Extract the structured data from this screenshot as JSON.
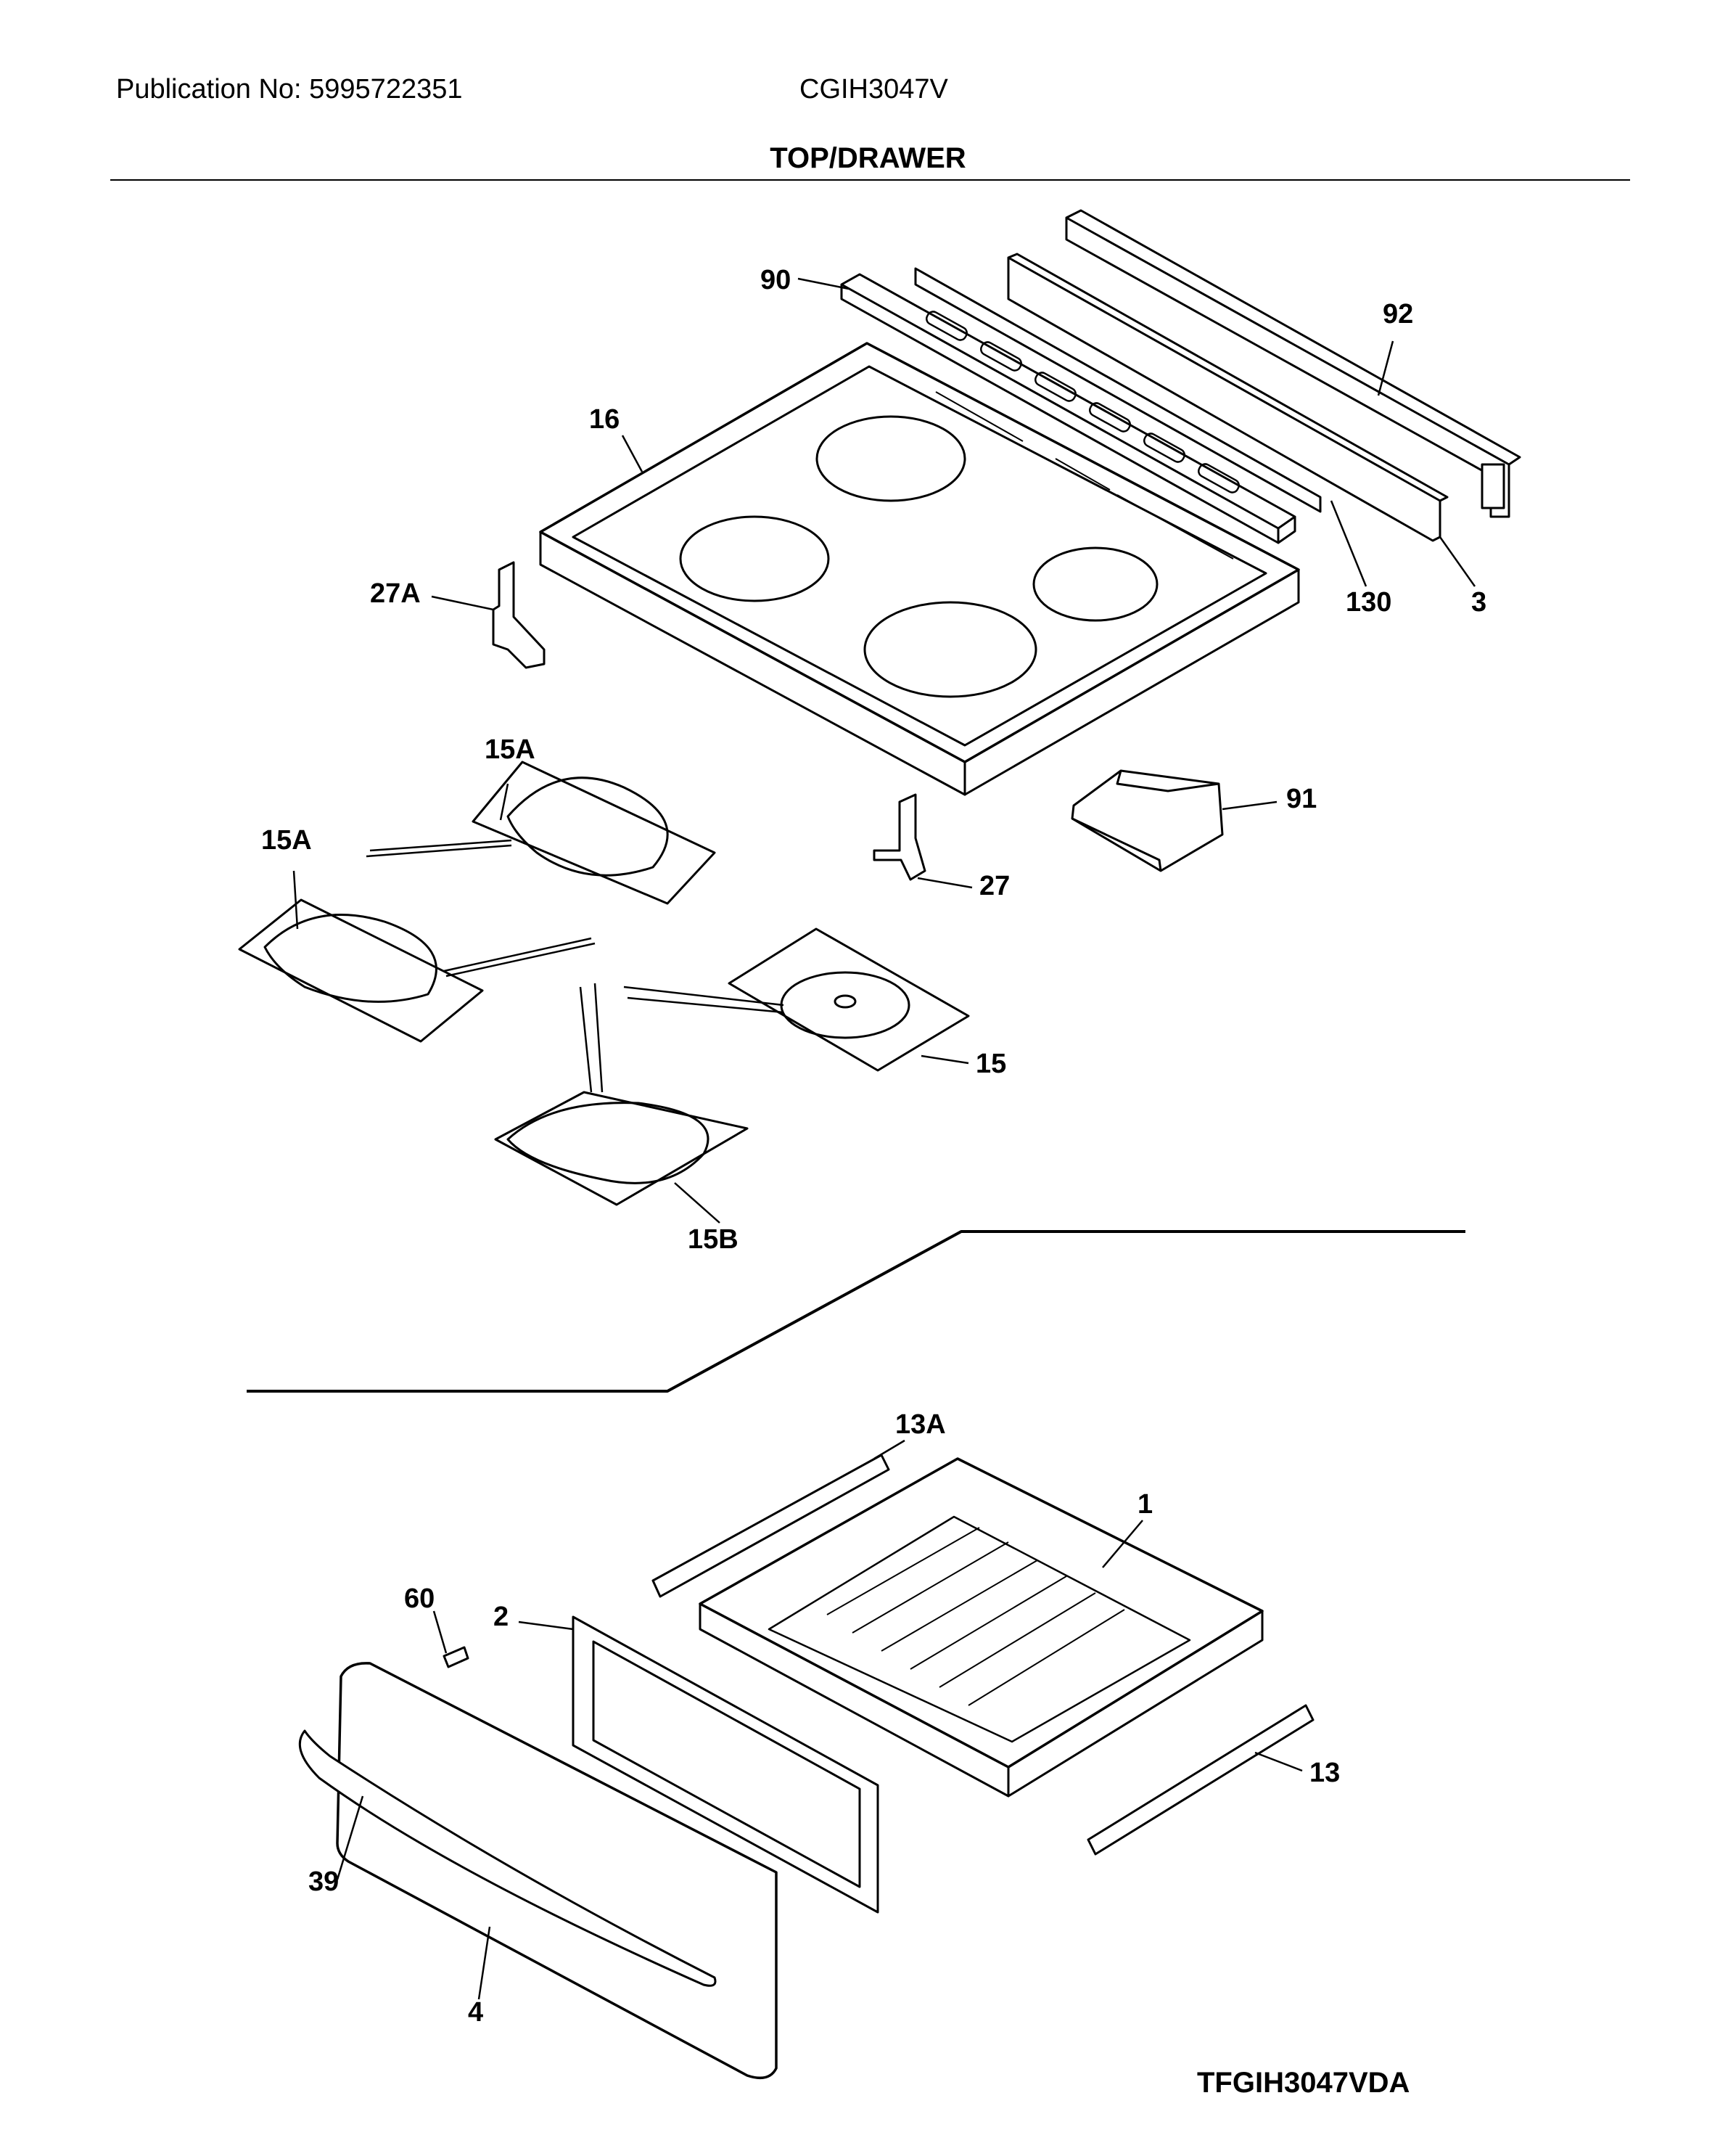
{
  "header": {
    "publication": "Publication No: 5995722351",
    "model": "CGIH3047V",
    "section": "TOP/DRAWER"
  },
  "footer": {
    "code": "TFGIH3047VDA"
  },
  "part_labels": {
    "p90": "90",
    "p92": "92",
    "p16": "16",
    "p27A": "27A",
    "p130": "130",
    "p3": "3",
    "p15A_top": "15A",
    "p15A_left": "15A",
    "p91": "91",
    "p27": "27",
    "p15": "15",
    "p15B": "15B",
    "p13A": "13A",
    "p1": "1",
    "p60": "60",
    "p2": "2",
    "p13": "13",
    "p39": "39",
    "p4": "4"
  },
  "colors": {
    "ink": "#000000",
    "paper": "#ffffff"
  }
}
